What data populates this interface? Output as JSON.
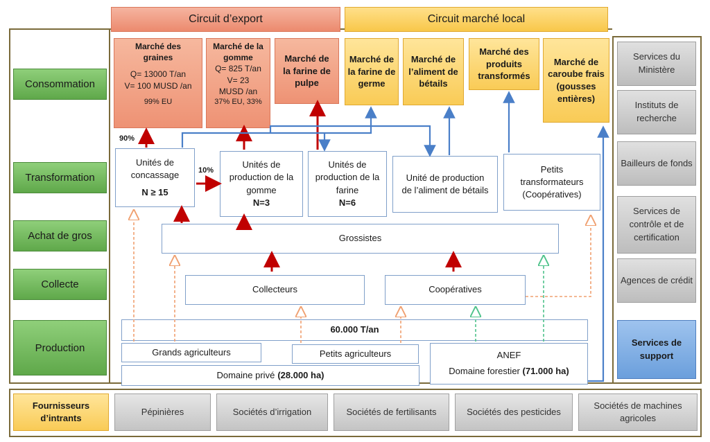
{
  "headers": {
    "export": "Circuit d’export",
    "local": "Circuit marché local"
  },
  "stages": [
    "Consommation",
    "Transformation",
    "Achat de gros",
    "Collecte",
    "Production"
  ],
  "export_markets": [
    {
      "title": "Marché des graines",
      "lines": [
        "Q= 13000 T/an",
        "V= 100 MUSD /an",
        "99% EU"
      ]
    },
    {
      "title": "Marché de la gomme",
      "lines": [
        "Q= 825 T/an",
        "V= 23",
        "MUSD /an",
        "37% EU, 33%"
      ]
    },
    {
      "title": "Marché de la farine de pulpe",
      "lines": []
    }
  ],
  "local_markets": [
    "Marché de la farine de germe",
    "Marché de l’aliment de bétails",
    "Marché des produits transformés",
    "Marché de caroube frais (gousses entières)"
  ],
  "transformation": {
    "concassage": {
      "label": "Unités de concassage",
      "n": "N ≥ 15"
    },
    "gomme": {
      "label": "Unités de production de la gomme",
      "n": "N=3"
    },
    "farine": {
      "label": "Unités de production de la farine",
      "n": "N=6"
    },
    "aliment": {
      "label": "Unité de production de l’aliment de bétails"
    },
    "petits": {
      "label": "Petits transformateurs (Coopératives)"
    }
  },
  "percent_90": "90%",
  "percent_10": "10%",
  "grossistes": "Grossistes",
  "collecteurs": "Collecteurs",
  "cooperatives": "Coopératives",
  "production_total": "60.000 T/an",
  "producers": {
    "grands": "Grands agriculteurs",
    "petits": "Petits agriculteurs",
    "anef": "ANEF"
  },
  "domains": {
    "prive_label": "Domaine privé",
    "prive_value": "(28.000 ha)",
    "forestier_label": "Domaine forestier",
    "forestier_value": "(71.000 ha)"
  },
  "services": [
    "Services du Ministère",
    "Instituts de recherche",
    "Bailleurs de fonds",
    "Services de contrôle et de certification",
    "Agences de crédit"
  ],
  "services_support": "Services de support",
  "fournisseurs": "Fournisseurs d’intrants",
  "suppliers": [
    "Pépinières",
    "Sociétés d’irrigation",
    "Sociétés de fertilisants",
    "Sociétés des pesticides",
    "Sociétés de machines agricoles"
  ],
  "colors": {
    "red_arrow": "#c00000",
    "blue_arrow": "#4a7fc8",
    "orange_dash": "#f0a070",
    "green_dash": "#4ec28a"
  }
}
